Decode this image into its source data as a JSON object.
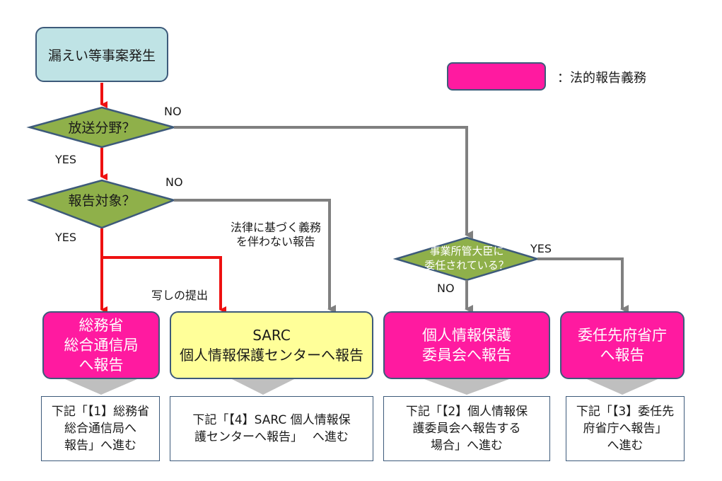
{
  "legend": {
    "label": "：法的報告義務",
    "color": "#ff1aa0"
  },
  "nodes": {
    "start": "漏えい等事案発生",
    "q_broadcast": "放送分野？",
    "q_report": "報告対象？",
    "q_delegated": "事業所管大臣に\n委任されている？",
    "soumu": "総務省\n総合通信局\nへ報告",
    "sarc": "SARC\n個人情報保護センターへ報告",
    "ppc": "個人情報保護\n委員会へ報告",
    "ministry": "委任先府省庁\nへ報告"
  },
  "edge_labels": {
    "no1": "NO",
    "yes1": "YES",
    "no2": "NO",
    "yes2": "YES",
    "non_legal": "法律に基づく義務\nを伴わない報告",
    "copy": "写しの提出",
    "yes3": "YES",
    "no3": "NO"
  },
  "notes": {
    "n1": "下記「【1】総務省\n総合通信局へ\n報告」へ進む",
    "n4": "下記「【4】SARC 個人情報保\n護センターへ報告」　 へ進む",
    "n2": "下記「【2】個人情報保\n護委員会へ報告する\n場合」へ進む",
    "n3": "下記「【3】委任先\n府省庁へ報告」\nへ進む"
  },
  "colors": {
    "diamond_fill": "#8fb04a",
    "legal_arrow": "#ee1111",
    "other_arrow": "#808080",
    "chevron": "#bfbfbf",
    "border": "#3d5a7a"
  }
}
